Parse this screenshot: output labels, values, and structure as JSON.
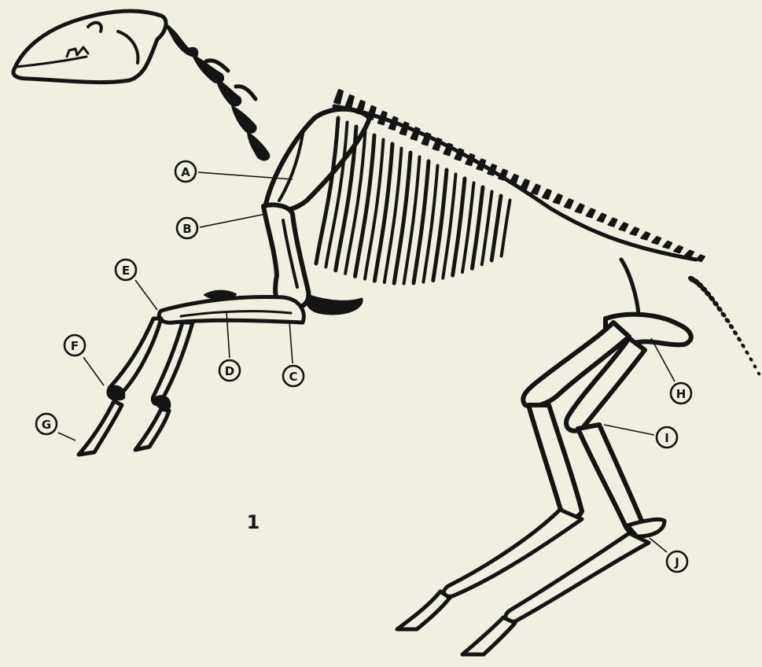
{
  "figure": {
    "number": "1"
  },
  "labels": [
    {
      "id": "A",
      "text": "A"
    },
    {
      "id": "B",
      "text": "B"
    },
    {
      "id": "C",
      "text": "C"
    },
    {
      "id": "D",
      "text": "D"
    },
    {
      "id": "E",
      "text": "E"
    },
    {
      "id": "F",
      "text": "F"
    },
    {
      "id": "G",
      "text": "G"
    },
    {
      "id": "H",
      "text": "H"
    },
    {
      "id": "I",
      "text": "I"
    },
    {
      "id": "J",
      "text": "J"
    }
  ],
  "colors": {
    "paper": "#f1eee2",
    "ink": "#141414"
  }
}
